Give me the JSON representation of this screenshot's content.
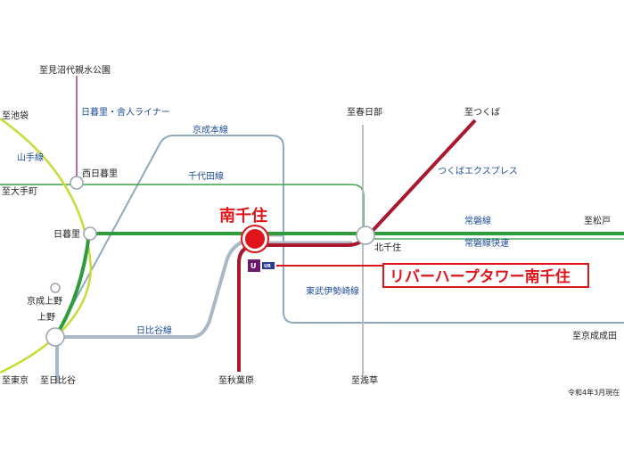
{
  "map": {
    "highlight_station": "南千住",
    "property": "リバーハープタワー南千住",
    "property_logo_text": "UR",
    "note": "令和4年3月現在",
    "directions": {
      "mizumoto": "至見沼代親水公園",
      "ikebukuro": "至池袋",
      "otemachi": "至大手町",
      "kasukabe": "至春日部",
      "tsukuba": "至つくば",
      "matsudo": "至松戸",
      "narita": "至京成成田",
      "tokyo": "至東京",
      "hibiya": "至日比谷",
      "akihabara": "至秋葉原",
      "asakusa": "至浅草"
    },
    "stations": {
      "nishi_nippori": "西日暮里",
      "nippori": "日暮里",
      "keisei_ueno": "京成上野",
      "ueno": "上野",
      "kita_senju": "北千住"
    },
    "lines": {
      "liner": "日暮里・舎人ライナー",
      "yamanote": "山手線",
      "keisei": "京成本線",
      "chiyoda": "千代田線",
      "joban": "常磐線",
      "joban_rapid": "常磐線快速",
      "tsukuba_express": "つくばエクスプレス",
      "tobu": "東武伊勢崎線",
      "hibiya": "日比谷線"
    },
    "colors": {
      "yamanote": "#c8dc3c",
      "joban": "#2e9b3c",
      "chiyoda": "#3aa24a",
      "keisei": "#8fa8c0",
      "hibiya": "#a9b8c6",
      "tobu": "#b0b8c0",
      "tsukuba_express": "#a8192f",
      "liner": "#b0478e",
      "accent_red": "#e0151b",
      "label_blue": "#1f4e96"
    }
  }
}
